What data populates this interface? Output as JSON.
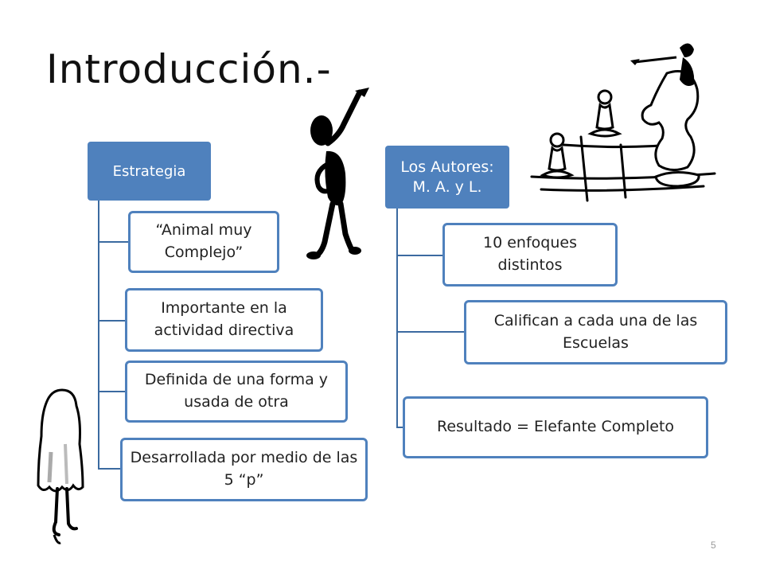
{
  "slide": {
    "title": "Introducción.-",
    "page_number": "5"
  },
  "left_tree": {
    "head": "Estrategia",
    "children": [
      "“Animal muy Complejo”",
      "Importante en la actividad directiva",
      "Definida de una forma y usada de otra",
      "Desarrollada por medio de las 5 “p”"
    ]
  },
  "right_tree": {
    "head": "Los Autores: M. A. y L.",
    "children": [
      "10 enfoques distintos",
      "Califican a cada una de las Escuelas",
      "Resultado = Elefante Completo"
    ]
  },
  "colors": {
    "accent": "#4f81bd",
    "connector": "#3b6aa0"
  },
  "illustrations": [
    "pointing-figure-icon",
    "chess-pieces-icon",
    "ghost-figure-icon"
  ]
}
